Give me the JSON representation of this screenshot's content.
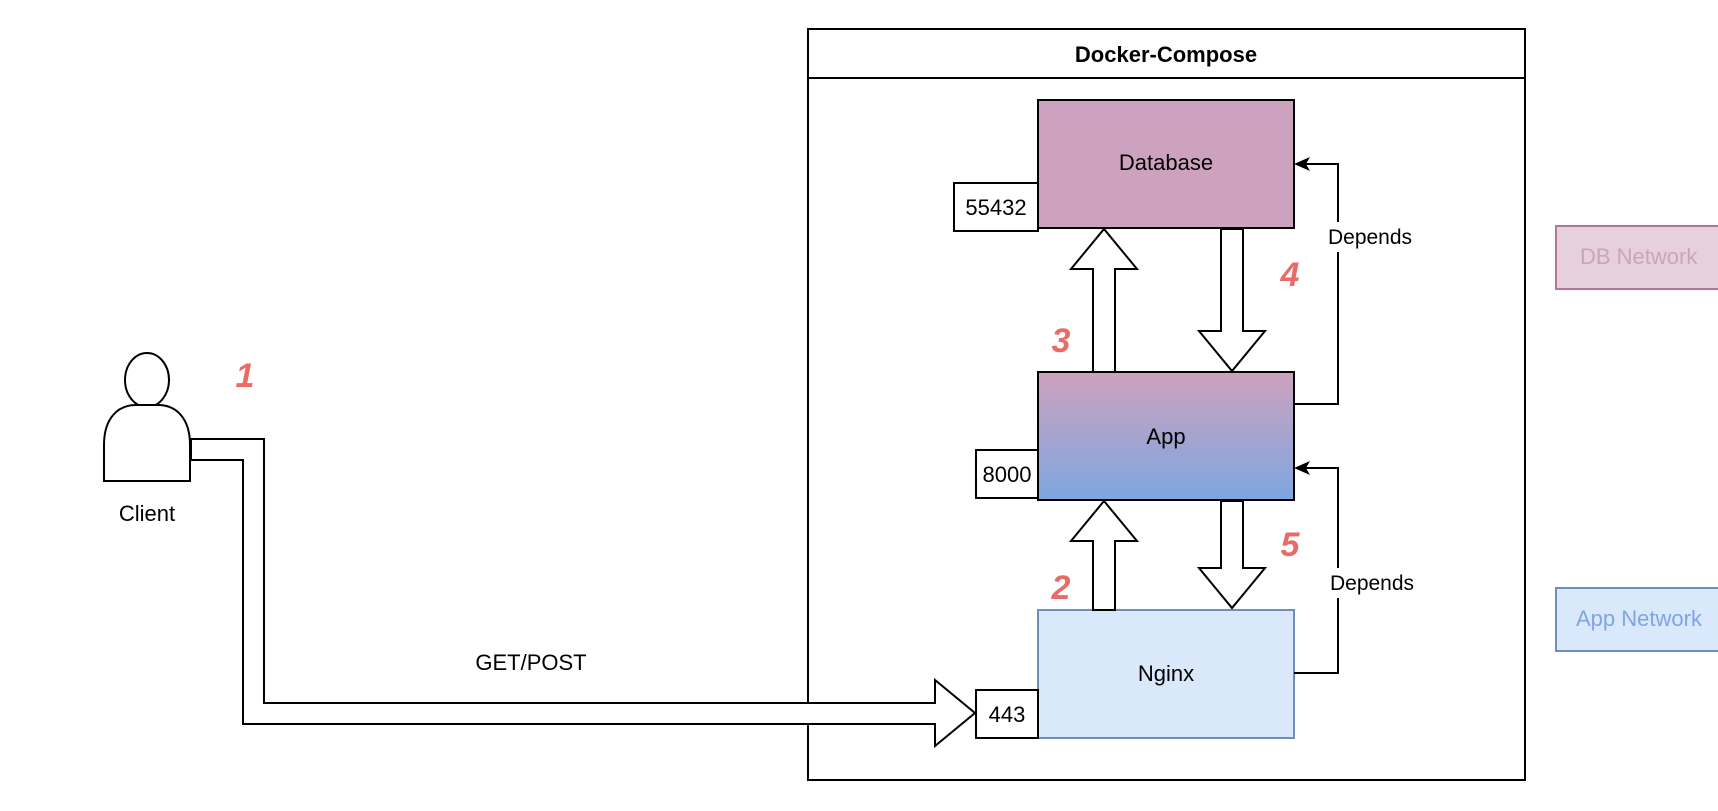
{
  "diagram": {
    "container_title": "Docker-Compose",
    "client_label": "Client",
    "request_label": "GET/POST",
    "services": {
      "database": "Database",
      "app": "App",
      "nginx": "Nginx"
    },
    "ports": {
      "database": "55432",
      "app": "8000",
      "nginx": "443"
    },
    "depends_labels": {
      "app_to_db": "Depends",
      "nginx_to_app": "Depends"
    },
    "steps": {
      "one": "1",
      "two": "2",
      "three": "3",
      "four": "4",
      "five": "5"
    },
    "legend": {
      "db_network": "DB Network",
      "app_network": "App Network"
    }
  },
  "colors": {
    "database_fill": "#CDA2BE",
    "database_stroke": "#000000",
    "app_gradient_top": "#CDA2BE",
    "app_gradient_bottom": "#7EA6E0",
    "nginx_fill": "#DAE8FC",
    "nginx_stroke": "#6C8EBF",
    "step_color": "#EA6B66",
    "db_network_fill": "#E6D0DE",
    "db_network_stroke": "#B5739D",
    "db_network_text": "#CDA2BE",
    "app_network_fill": "#DAE8FC",
    "app_network_stroke": "#6C8EBF",
    "app_network_text": "#7EA6E0"
  }
}
